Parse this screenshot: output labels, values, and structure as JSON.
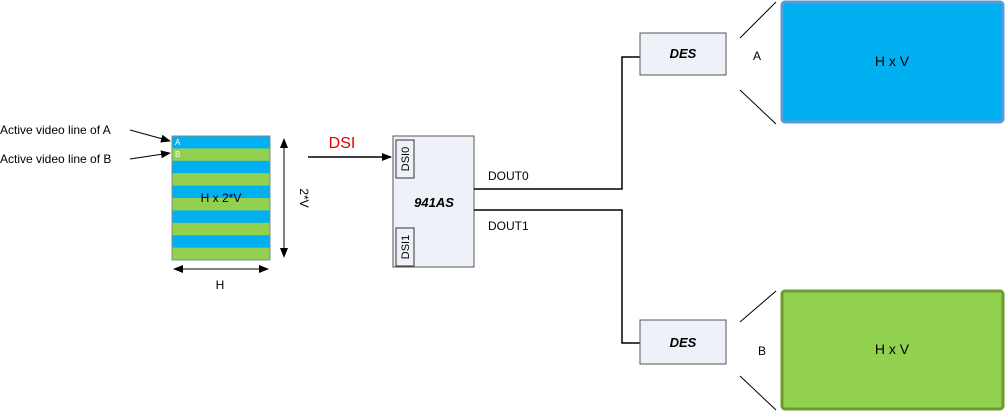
{
  "frame": {
    "label_a": "Active video line of A",
    "label_b": "Active video line of B",
    "stripe_a": "A",
    "stripe_b": "B",
    "size_label": "H x 2*V",
    "width_label": "H",
    "height_label": "2*V"
  },
  "link": {
    "label": "DSI"
  },
  "serializer": {
    "name": "941AS",
    "port0": "DSI0",
    "port1": "DSI1",
    "out0": "DOUT0",
    "out1": "DOUT1"
  },
  "deserializers": {
    "top": "DES",
    "bottom": "DES"
  },
  "displays": {
    "a": {
      "id": "A",
      "size": "H x V"
    },
    "b": {
      "id": "B",
      "size": "H x V"
    }
  },
  "colors": {
    "blue": "#00B0F0",
    "green": "#92D050",
    "blue_border": "#5B9BD5",
    "green_border": "#6E9A2F",
    "box_fill": "#EEF1F8",
    "box_border": "#555555",
    "dsi_red": "#E00000"
  }
}
